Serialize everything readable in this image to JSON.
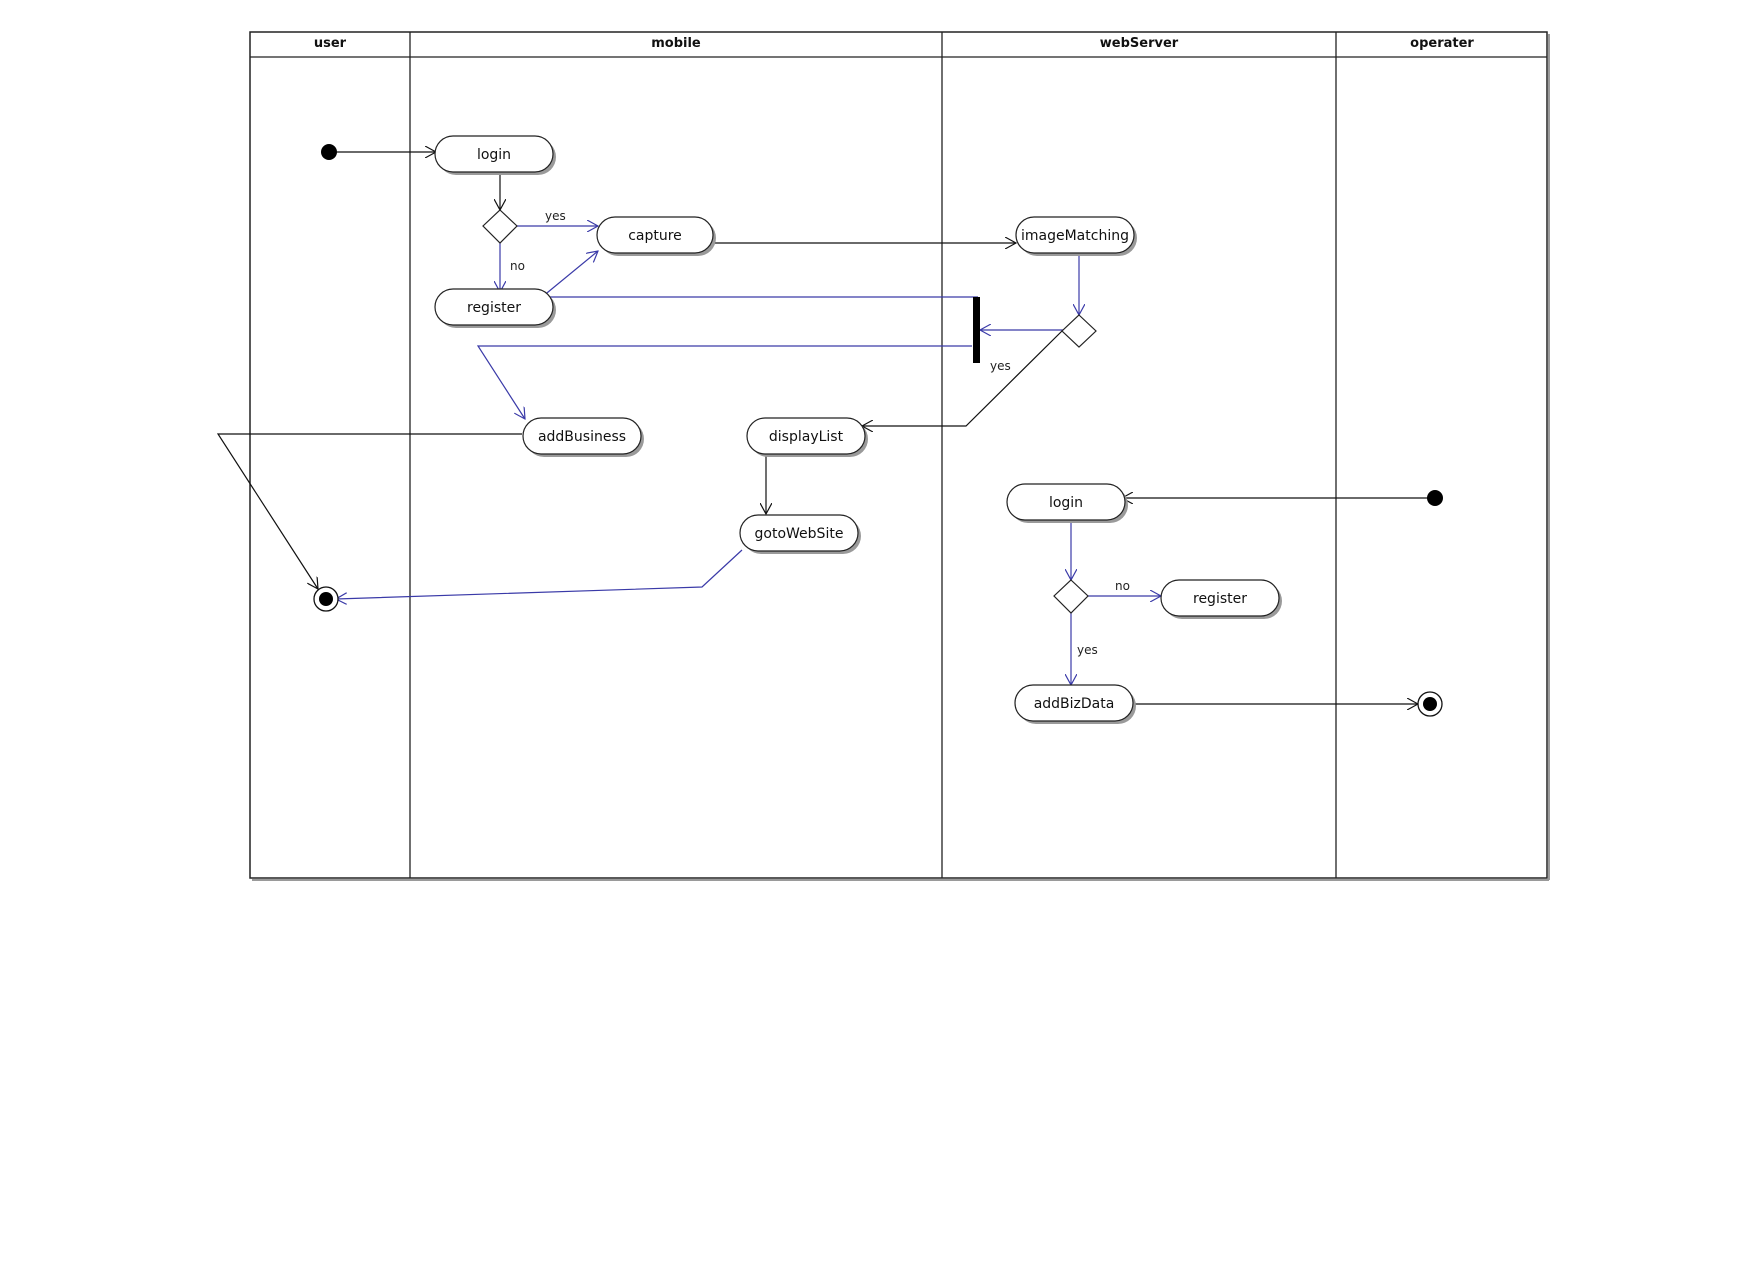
{
  "swimlanes": [
    "user",
    "mobile",
    "webServer",
    "operater"
  ],
  "nodes": {
    "login_mobile": "login",
    "capture": "capture",
    "register_mobile": "register",
    "add_business": "addBusiness",
    "display_list": "displayList",
    "goto_website": "gotoWebSite",
    "image_matching": "imageMatching",
    "login_web": "login",
    "register_web": "register",
    "add_biz_data": "addBizData"
  },
  "guards": {
    "mobile_yes": "yes",
    "mobile_no": "no",
    "match_yes": "yes",
    "web_no": "no",
    "web_yes": "yes"
  },
  "colors": {
    "blue_edge": "#3a3aa8",
    "black_edge": "#111111"
  }
}
